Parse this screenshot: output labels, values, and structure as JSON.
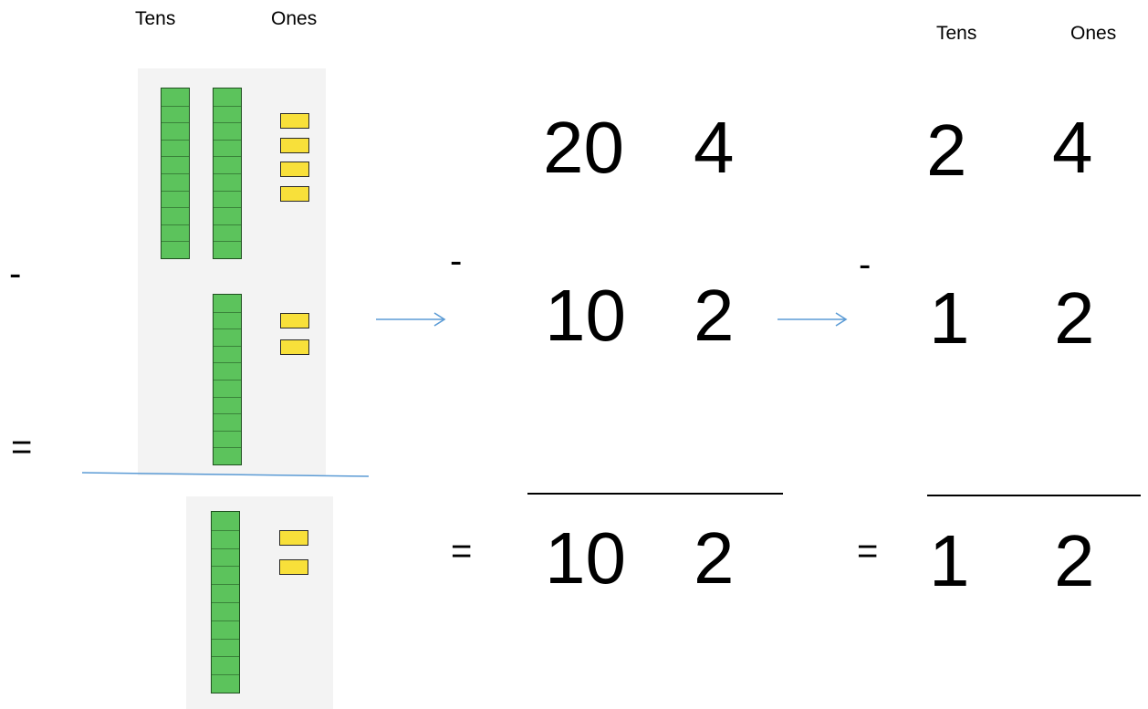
{
  "blocks_panel": {
    "headers": {
      "tens": "Tens",
      "ones": "Ones"
    },
    "minus_sign": "-",
    "equals_sign": "=",
    "top_number": {
      "tens_rods": 2,
      "ones_cubes": 4
    },
    "bottom_number": {
      "tens_rods": 1,
      "ones_cubes": 2
    },
    "result": {
      "tens_rods": 1,
      "ones_cubes": 2
    },
    "rod_segments": 10
  },
  "expanded_form": {
    "row1": {
      "tens": "20",
      "ones": "4"
    },
    "minus_sign": "-",
    "row2": {
      "tens": "10",
      "ones": "2"
    },
    "equals_sign": "=",
    "result": {
      "tens": "10",
      "ones": "2"
    }
  },
  "place_value_form": {
    "headers": {
      "tens": "Tens",
      "ones": "Ones"
    },
    "row1": {
      "tens": "2",
      "ones": "4"
    },
    "minus_sign": "-",
    "row2": {
      "tens": "1",
      "ones": "2"
    },
    "equals_sign": "=",
    "result": {
      "tens": "1",
      "ones": "2"
    }
  },
  "colors": {
    "rod_fill": "#5cc35c",
    "rod_border": "#1f4f1f",
    "cube_fill": "#f8e03a",
    "arrow": "#5b9bd5",
    "blue_rule": "#5b9bd5",
    "panel_bg": "#f3f3f3"
  }
}
